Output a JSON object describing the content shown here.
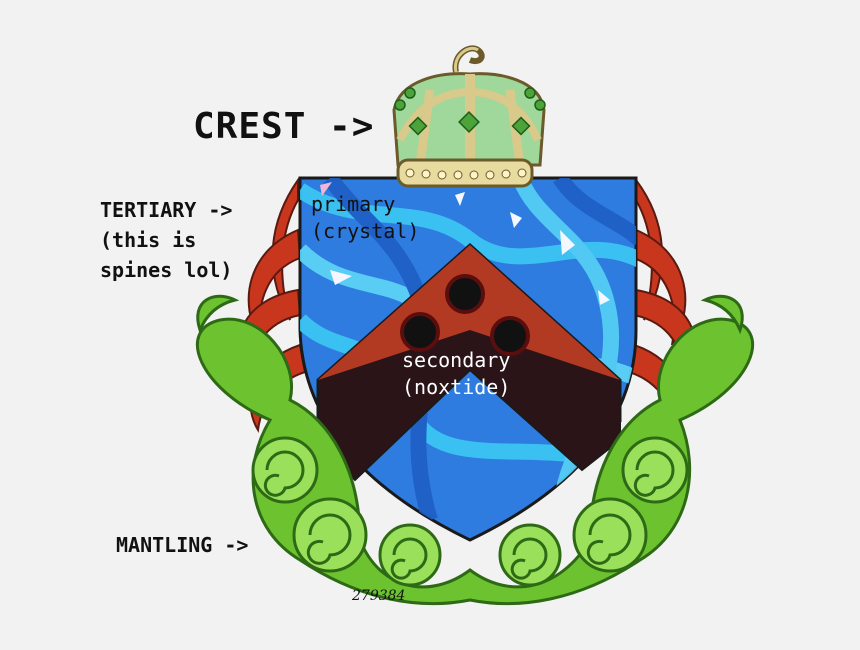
{
  "labels": {
    "crest": "CREST ->",
    "tertiary": [
      "TERTIARY ->",
      "(this is",
      "spines lol)"
    ],
    "mantling": "MANTLING ->",
    "primary": [
      "primary",
      "(crystal)"
    ],
    "secondary": [
      "secondary",
      "(noxtide)"
    ]
  },
  "signature": "279384",
  "colors": {
    "background": "#f2f2f2",
    "shield_blue": "#2f7ce0",
    "shield_light": "#3ec8f4",
    "chevron_red": "#b33a22",
    "chevron_dark": "#2a1418",
    "spines": "#c8361e",
    "mantling_green": "#6cc22f",
    "crown_gold": "#d9c98a",
    "crown_green": "#9fd89a"
  }
}
